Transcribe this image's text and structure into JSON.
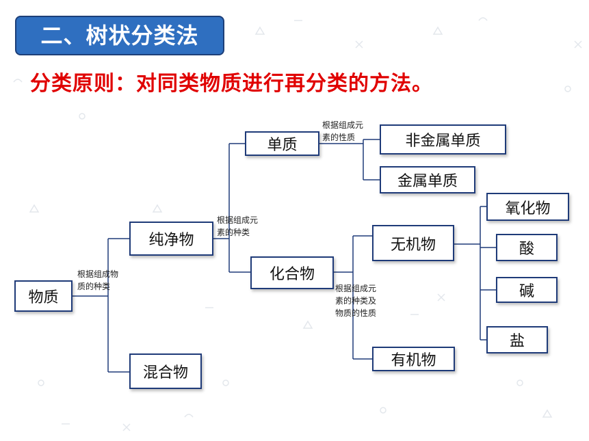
{
  "title": "二、树状分类法",
  "principle": "分类原则：对同类物质进行再分类的方法。",
  "nodes": {
    "matter": "物质",
    "pure": "纯净物",
    "mixture": "混合物",
    "element": "单质",
    "compound": "化合物",
    "nonmetal": "非金属单质",
    "metal": "金属单质",
    "inorganic": "无机物",
    "organic": "有机物",
    "oxide": "氧化物",
    "acid": "酸",
    "base": "碱",
    "salt": "盐"
  },
  "edge_labels": {
    "matter_split": [
      "根据组成物",
      "质的种类"
    ],
    "pure_split": [
      "根据组成元",
      "素的种类"
    ],
    "element_split": [
      "根据组成元",
      "素的性质"
    ],
    "compound_split": [
      "根据组成元",
      "素的种类及",
      "物质的性质"
    ]
  },
  "colors": {
    "title_bg": "#2f6fc0",
    "principle_text": "#e00000",
    "box_border": "#1e3a78",
    "connector": "#1e3a78"
  }
}
